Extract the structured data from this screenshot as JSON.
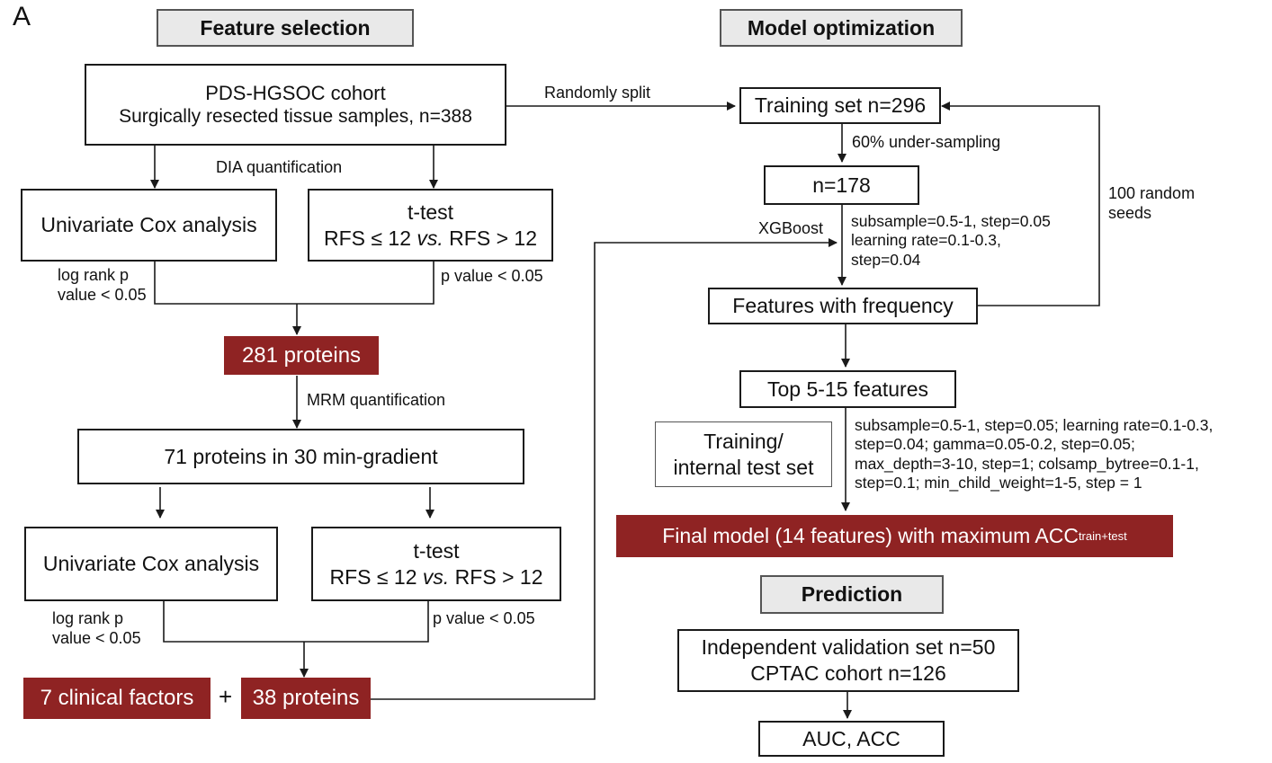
{
  "panel_letter": "A",
  "headers": {
    "feature_selection": "Feature selection",
    "model_optimization": "Model optimization",
    "prediction": "Prediction"
  },
  "left": {
    "cohort": {
      "line1": "PDS-HGSOC cohort",
      "line2": "Surgically resected tissue samples, n=388"
    },
    "dia_label": "DIA quantification",
    "cox1": "Univariate Cox analysis",
    "ttest1": {
      "line1": "t-test",
      "pre": "RFS ≤ 12 ",
      "vs": "vs.",
      "post": " RFS > 12"
    },
    "logrank1": {
      "line1": "log rank p",
      "line2": "value  < 0.05"
    },
    "pvalue1": "p value  < 0.05",
    "proteins281": "281 proteins",
    "mrm_label": "MRM quantification",
    "proteins71": "71 proteins in 30 min-gradient",
    "cox2": "Univariate Cox analysis",
    "ttest2": {
      "line1": "t-test",
      "pre": "RFS ≤ 12 ",
      "vs": "vs.",
      "post": " RFS > 12"
    },
    "logrank2": {
      "line1": "log rank p",
      "line2": "value  < 0.05"
    },
    "pvalue2": "p value  < 0.05",
    "clinical": "7 clinical factors",
    "plus": "+",
    "proteins38": "38 proteins"
  },
  "right": {
    "randomly_split": "Randomly split",
    "training_set": "Training set n=296",
    "under_sampling": "60% under-sampling",
    "n178": "n=178",
    "xgboost": "XGBoost",
    "params1": [
      "subsample=0.5-1, step=0.05",
      "learning rate=0.1-0.3,",
      "step=0.04"
    ],
    "seeds": {
      "line1": "100 random",
      "line2": "seeds"
    },
    "features_freq": "Features with frequency",
    "top_features": "Top 5-15 features",
    "training_internal": {
      "line1": "Training/",
      "line2": "internal test set"
    },
    "params2": [
      "subsample=0.5-1, step=0.05; learning rate=0.1-0.3,",
      "step=0.04; gamma=0.05-0.2, step=0.05;",
      "max_depth=3-10, step=1; colsamp_bytree=0.1-1,",
      "step=0.1; min_child_weight=1-5, step = 1"
    ],
    "final_model": {
      "main": "Final model (14 features) with maximum ACC",
      "sub": "train+test"
    },
    "validation": {
      "line1": "Independent validation set n=50",
      "line2": "CPTAC cohort n=126"
    },
    "auc": "AUC, ACC"
  }
}
